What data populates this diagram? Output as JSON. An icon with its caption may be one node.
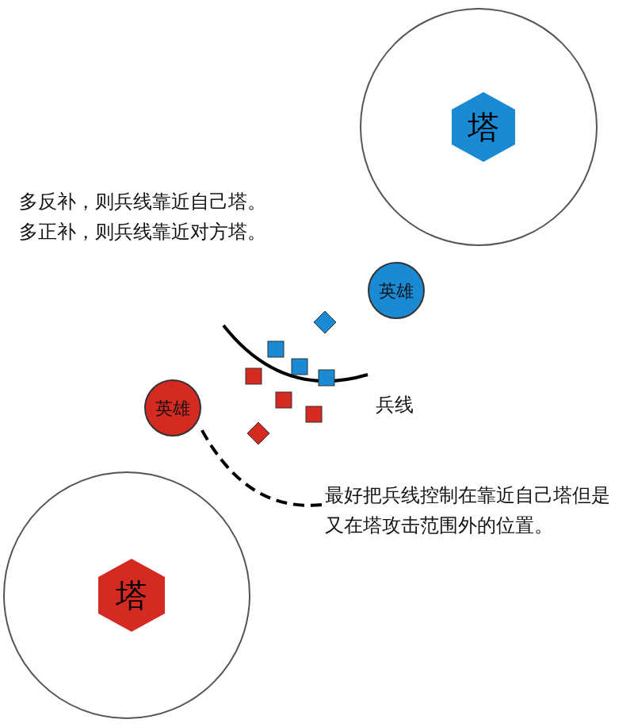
{
  "diagram": {
    "nodes": [
      {
        "text": [],
        "shape": "circle"
      },
      {
        "text": [
          "塔"
        ],
        "in": 0
      },
      {
        "text": [],
        "shape": "circle"
      },
      {
        "text": [
          "塔"
        ],
        "in": 2
      },
      {
        "text": [
          "英雄"
        ]
      },
      {
        "text": [
          "英雄"
        ]
      },
      {
        "text": [
          "最好把兵线控制在靠近自己塔但是又在塔攻击范围外的位置。"
        ]
      }
    ],
    "edges": [
      {
        "from": 6,
        "to": 5,
        "arrow": "none",
        "style": "dashed"
      }
    ],
    "labels": [
      "多反补，则兵线靠近自己塔。",
      "多正补，则兵线靠近对方塔。",
      "兵线"
    ]
  }
}
